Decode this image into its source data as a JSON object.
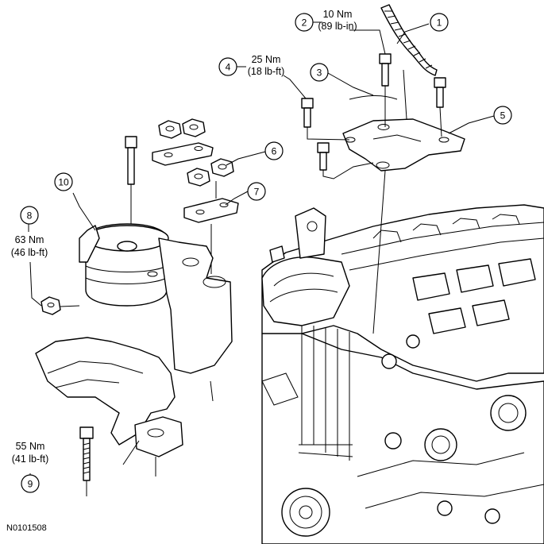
{
  "figure_id": "N0101508",
  "callouts": [
    {
      "number": "1"
    },
    {
      "number": "2",
      "torque_metric": "10 Nm",
      "torque_imperial": "(89 lb-in)"
    },
    {
      "number": "3"
    },
    {
      "number": "4",
      "torque_metric": "25 Nm",
      "torque_imperial": "(18 lb-ft)"
    },
    {
      "number": "5"
    },
    {
      "number": "6"
    },
    {
      "number": "7"
    },
    {
      "number": "8",
      "torque_metric": "63 Nm",
      "torque_imperial": "(46 lb-ft)"
    },
    {
      "number": "9",
      "torque_metric": "55 Nm",
      "torque_imperial": "(41 lb-ft)"
    },
    {
      "number": "10"
    }
  ]
}
